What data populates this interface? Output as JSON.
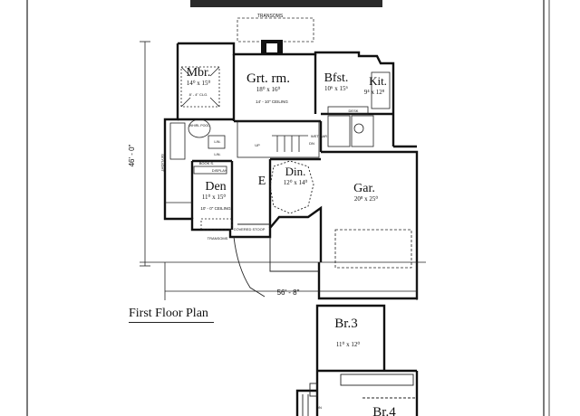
{
  "floor_plan": {
    "first_floor_caption": "First Floor Plan",
    "labels": {
      "transoms_top": "TRANSOMS",
      "transoms_bottom": "TRANSOMS",
      "depth_dim": "46' - 0\"",
      "width_dim": "56' - 8\"",
      "skylight": "SKYLIGHT",
      "desk": "DESK",
      "wet_bar": "WET BAR",
      "book_s": "BOOK S.",
      "display": "DISPLAY",
      "lin_upper": "LIN.",
      "lin_lower": "LIN.",
      "covered_stoop": "COVERED STOOP",
      "whirlpool": "WHIRL POOL",
      "up": "UP",
      "dn": "DN",
      "dn_second": "DN",
      "e_label": "E"
    },
    "rooms": [
      {
        "key": "mbr",
        "name": "Mbr.",
        "size": "14⁰ x 15⁰",
        "note": "8' - 4\" CLG."
      },
      {
        "key": "grt",
        "name": "Grt. rm.",
        "size": "18⁰ x 16⁰",
        "note": "14' - 10\" CEILING"
      },
      {
        "key": "bfst",
        "name": "Bfst.",
        "size": "10⁶ x 15⁶",
        "note": ""
      },
      {
        "key": "kit",
        "name": "Kit.",
        "size": "9⁴ x 12⁸",
        "note": ""
      },
      {
        "key": "den",
        "name": "Den",
        "size": "11⁰ x 15⁰",
        "note": "10' - 0\" CEILING"
      },
      {
        "key": "din",
        "name": "Din.",
        "size": "12⁰ x 14⁰",
        "note": ""
      },
      {
        "key": "gar",
        "name": "Gar.",
        "size": "20⁸ x 25⁰",
        "note": ""
      },
      {
        "key": "br3",
        "name": "Br.3",
        "size": "11⁰ x 12⁰",
        "note": ""
      },
      {
        "key": "br4",
        "name": "Br.4",
        "size": "",
        "note": ""
      }
    ]
  }
}
